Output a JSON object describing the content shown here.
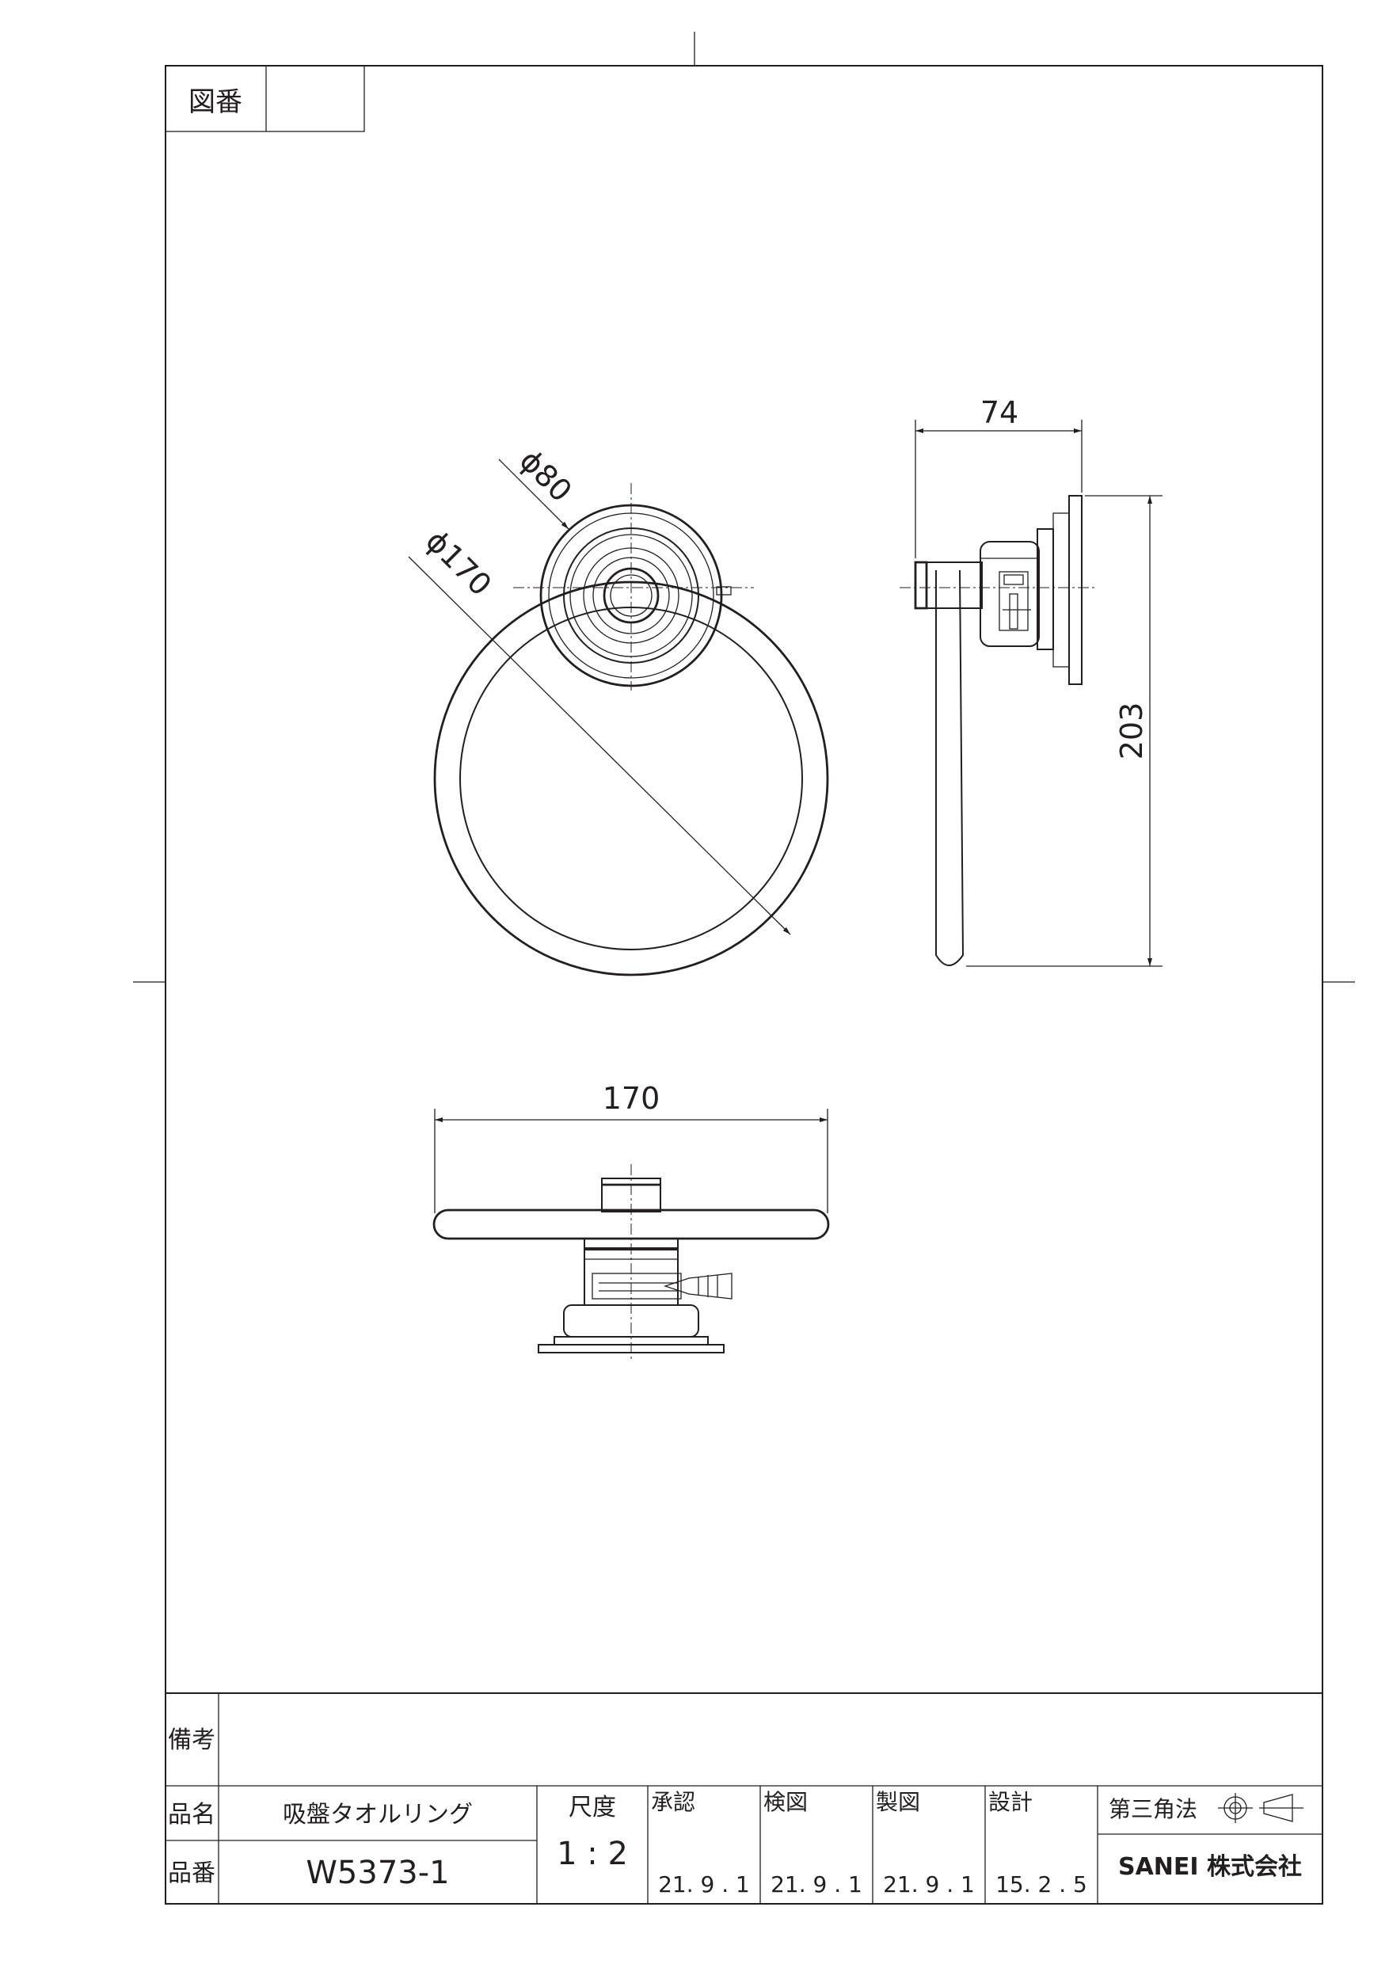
{
  "sheet": {
    "zuban_label": "図番",
    "zuban_value": ""
  },
  "dimensions": {
    "dia_80": "ϕ80",
    "dia_170": "ϕ170",
    "depth_74": "74",
    "height_203": "203",
    "width_170": "170"
  },
  "title_block": {
    "remarks_label": "備考",
    "remarks_value": "",
    "product_name_label": "品名",
    "product_name": "吸盤タオルリング",
    "product_no_label": "品番",
    "product_no": "W5373-1",
    "scale_label": "尺度",
    "scale_value": "1 : 2",
    "approval_label": "承認",
    "approval_date": "21. 9 . 1",
    "inspection_label": "検図",
    "inspection_date": "21. 9 . 1",
    "drafting_label": "製図",
    "drafting_date": "21. 9 . 1",
    "design_label": "設計",
    "design_date": "15. 2 . 5",
    "projection_label": "第三角法",
    "company": "SANEI 株式会社"
  },
  "icons": [
    "third-angle-projection-icon"
  ]
}
